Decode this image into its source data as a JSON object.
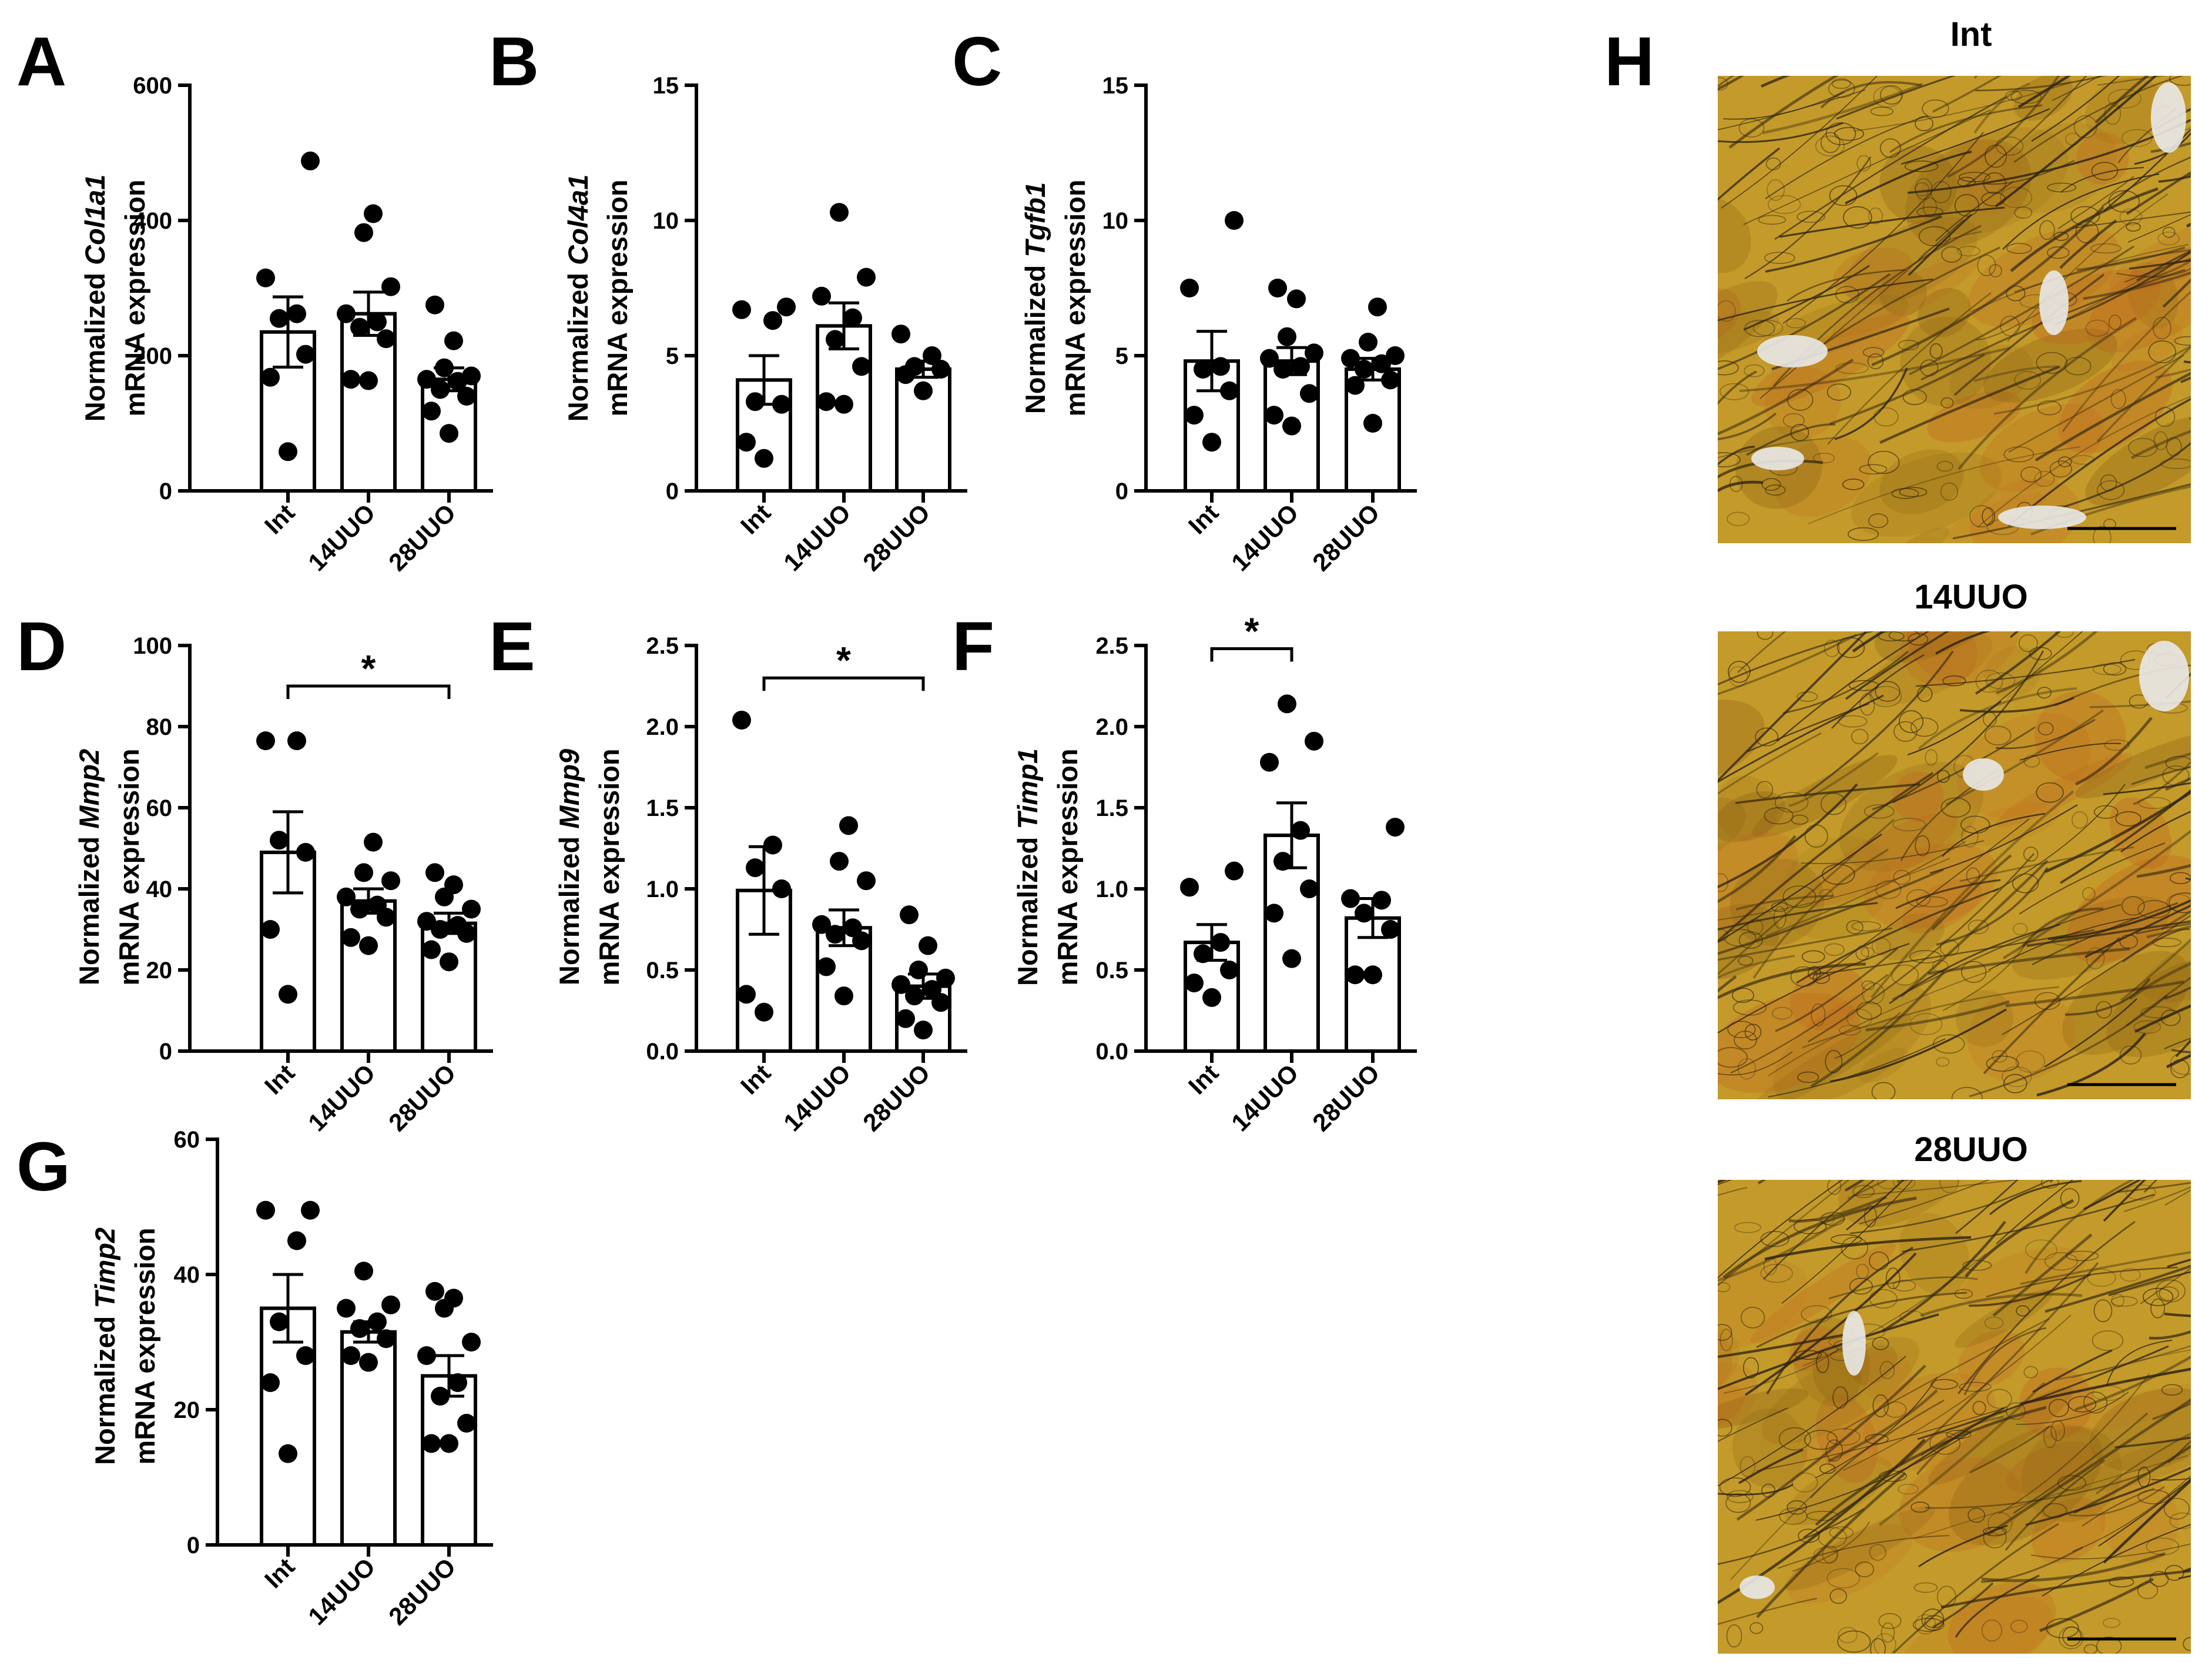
{
  "colors": {
    "ink": "#000000",
    "bar_fill": "#ffffff",
    "tissue_base": "#c49a2a",
    "tissue_dark": "#8a6012",
    "tissue_red": "#c0641e",
    "tissue_line": "#2b220e",
    "gap": "#e9e9e9"
  },
  "panels": [
    {
      "letter": "A"
    },
    {
      "letter": "B"
    },
    {
      "letter": "C"
    },
    {
      "letter": "D"
    },
    {
      "letter": "E"
    },
    {
      "letter": "F"
    },
    {
      "letter": "G"
    },
    {
      "letter": "H"
    }
  ],
  "chart_data": [
    {
      "panel": "A",
      "type": "bar",
      "categories": [
        "Int",
        "14UUO",
        "28UUO"
      ],
      "ylabel": {
        "prefix": "Normalized ",
        "gene": "Col1a1",
        "line2": "mRNA expression"
      },
      "ylim": [
        0,
        600
      ],
      "yticks": [
        0,
        200,
        400,
        600
      ],
      "ytick_labels": [
        "0",
        "200",
        "400",
        "600"
      ],
      "means": [
        235,
        262,
        165
      ],
      "sem": [
        52,
        32,
        17
      ],
      "points": [
        [
          488,
          315,
          262,
          255,
          202,
          168,
          58
        ],
        [
          410,
          382,
          302,
          262,
          250,
          242,
          225,
          165,
          163
        ],
        [
          275,
          222,
          182,
          170,
          165,
          162,
          150,
          140,
          118,
          85
        ]
      ]
    },
    {
      "panel": "B",
      "type": "bar",
      "categories": [
        "Int",
        "14UUO",
        "28UUO"
      ],
      "ylabel": {
        "prefix": "Normalized ",
        "gene": "Col4a1",
        "line2": "mRNA expression"
      },
      "ylim": [
        0,
        15
      ],
      "yticks": [
        0,
        5,
        10,
        15
      ],
      "ytick_labels": [
        "0",
        "5",
        "10",
        "15"
      ],
      "means": [
        4.1,
        6.1,
        4.5
      ],
      "sem": [
        0.9,
        0.85,
        0.3
      ],
      "points": [
        [
          6.8,
          6.7,
          6.3,
          3.3,
          3.2,
          1.8,
          1.2
        ],
        [
          10.3,
          7.9,
          7.2,
          6.4,
          5.6,
          4.6,
          3.3,
          3.2
        ],
        [
          5.8,
          5.0,
          4.6,
          4.5,
          4.3,
          3.7
        ]
      ]
    },
    {
      "panel": "C",
      "type": "bar",
      "categories": [
        "Int",
        "14UUO",
        "28UUO"
      ],
      "ylabel": {
        "prefix": "Normalized ",
        "gene": "Tgfb1",
        "line2": "mRNA expression"
      },
      "ylim": [
        0,
        15
      ],
      "yticks": [
        0,
        5,
        10,
        15
      ],
      "ytick_labels": [
        "0",
        "5",
        "10",
        "15"
      ],
      "means": [
        4.8,
        4.8,
        4.5
      ],
      "sem": [
        1.1,
        0.5,
        0.4
      ],
      "points": [
        [
          10.0,
          7.5,
          4.6,
          4.5,
          3.7,
          2.8,
          1.8
        ],
        [
          7.5,
          7.1,
          5.7,
          5.1,
          4.9,
          4.6,
          4.5,
          3.6,
          2.8,
          2.4
        ],
        [
          6.8,
          5.5,
          5.0,
          4.9,
          4.7,
          4.5,
          4.1,
          3.9,
          2.5
        ]
      ]
    },
    {
      "panel": "D",
      "type": "bar",
      "categories": [
        "Int",
        "14UUO",
        "28UUO"
      ],
      "ylabel": {
        "prefix": "Normalized ",
        "gene": "Mmp2",
        "line2": "mRNA expression"
      },
      "ylim": [
        0,
        100
      ],
      "yticks": [
        0,
        20,
        40,
        60,
        80,
        100
      ],
      "ytick_labels": [
        "0",
        "20",
        "40",
        "60",
        "80",
        "100"
      ],
      "means": [
        49,
        37,
        31.5
      ],
      "sem": [
        10,
        3,
        2.5
      ],
      "points": [
        [
          76.5,
          76.5,
          52,
          49,
          30,
          14
        ],
        [
          51.5,
          44,
          42,
          38,
          36,
          35,
          33,
          28,
          26
        ],
        [
          44,
          41,
          38,
          35,
          32,
          31,
          30,
          29,
          25,
          22
        ]
      ],
      "signif": {
        "from": 0,
        "to": 2,
        "label": "*",
        "y": 90
      }
    },
    {
      "panel": "E",
      "type": "bar",
      "categories": [
        "Int",
        "14UUO",
        "28UUO"
      ],
      "ylabel": {
        "prefix": "Normalized ",
        "gene": "Mmp9",
        "line2": "mRNA expression"
      },
      "ylim": [
        0,
        2.5
      ],
      "yticks": [
        0,
        0.5,
        1.0,
        1.5,
        2.0,
        2.5
      ],
      "ytick_labels": [
        "0.0",
        "0.5",
        "1.0",
        "1.5",
        "2.0",
        "2.5"
      ],
      "means": [
        0.99,
        0.76,
        0.4
      ],
      "sem": [
        0.27,
        0.11,
        0.075
      ],
      "points": [
        [
          2.04,
          1.27,
          1.13,
          1.0,
          0.35,
          0.24
        ],
        [
          1.39,
          1.17,
          1.05,
          0.78,
          0.76,
          0.72,
          0.68,
          0.52,
          0.34
        ],
        [
          0.84,
          0.65,
          0.5,
          0.45,
          0.41,
          0.38,
          0.34,
          0.3,
          0.2,
          0.13
        ]
      ],
      "signif": {
        "from": 0,
        "to": 2,
        "label": "*",
        "y": 2.3
      }
    },
    {
      "panel": "F",
      "type": "bar",
      "categories": [
        "Int",
        "14UUO",
        "28UUO"
      ],
      "ylabel": {
        "prefix": "Normalized ",
        "gene": "Timp1",
        "line2": "mRNA expression"
      },
      "ylim": [
        0,
        2.5
      ],
      "yticks": [
        0,
        0.5,
        1.0,
        1.5,
        2.0,
        2.5
      ],
      "ytick_labels": [
        "0.0",
        "0.5",
        "1.0",
        "1.5",
        "2.0",
        "2.5"
      ],
      "means": [
        0.67,
        1.33,
        0.82
      ],
      "sem": [
        0.11,
        0.2,
        0.12
      ],
      "points": [
        [
          1.11,
          1.01,
          0.67,
          0.6,
          0.5,
          0.42,
          0.33
        ],
        [
          2.14,
          1.91,
          1.78,
          1.36,
          1.17,
          1.0,
          0.85,
          0.57
        ],
        [
          1.38,
          0.94,
          0.93,
          0.85,
          0.75,
          0.47,
          0.47
        ]
      ],
      "signif": {
        "from": 0,
        "to": 1,
        "label": "*",
        "y": 2.48
      }
    },
    {
      "panel": "G",
      "type": "bar",
      "categories": [
        "Int",
        "14UUO",
        "28UUO"
      ],
      "ylabel": {
        "prefix": "Normalized ",
        "gene": "Timp2",
        "line2": "mRNA expression"
      },
      "ylim": [
        0,
        60
      ],
      "yticks": [
        0,
        20,
        40,
        60
      ],
      "ytick_labels": [
        "0",
        "20",
        "40",
        "60"
      ],
      "means": [
        35,
        31.5,
        25
      ],
      "sem": [
        5,
        1.5,
        3
      ],
      "points": [
        [
          49.5,
          49.5,
          45,
          33,
          28,
          24,
          13.5
        ],
        [
          40.5,
          35.5,
          35,
          33,
          32,
          30.5,
          28,
          27
        ],
        [
          37.5,
          36.5,
          35,
          30,
          28,
          24,
          22,
          18,
          15,
          15
        ]
      ]
    }
  ],
  "histology": [
    {
      "label": "Int"
    },
    {
      "label": "14UUO"
    },
    {
      "label": "28UUO"
    }
  ]
}
